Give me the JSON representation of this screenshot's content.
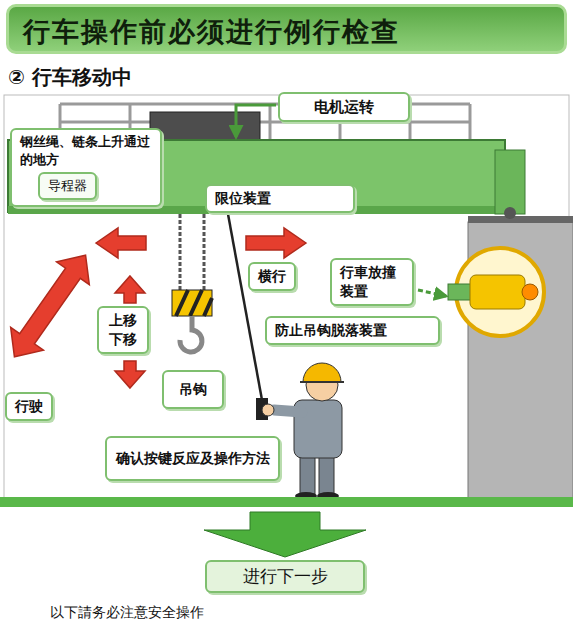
{
  "diagram": {
    "title": "行车操作前必须进行例行检查",
    "caption": "以下請务必注意安全操作",
    "nodes": [
      {
        "text": [
          "电机运转"
        ]
      },
      {
        "text": [
          "钢丝绳、链条上升通过的地方"
        ]
      },
      {
        "text": [
          "导程器"
        ],
        "in": 1
      },
      {
        "text": [
          "限位装置"
        ]
      },
      {
        "text": [
          "横行"
        ]
      },
      {
        "text": [
          "行車放撞装置"
        ]
      },
      {
        "text": [
          "防止吊钩脱落装置"
        ]
      },
      {
        "text": [
          "上移 下移"
        ]
      },
      {
        "text": [
          "吊钩"
        ]
      },
      {
        "text": [
          "行驶"
        ]
      },
      {
        "text": [
          "确认按键反应及操作方法"
        ]
      },
      {
        "text": [
          "进行下一步"
        ]
      }
    ],
    "labels": [
      "② 行车移动中"
    ]
  }
}
